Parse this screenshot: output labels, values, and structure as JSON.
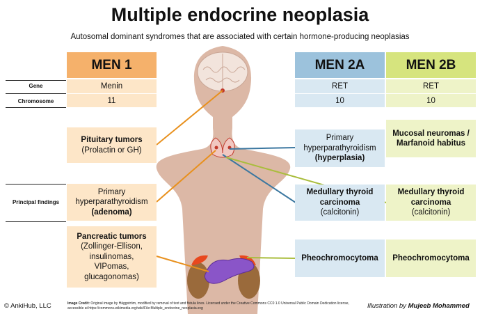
{
  "title": "Multiple endocrine neoplasia",
  "subtitle": "Autosomal dominant syndromes that are associated with certain hormone-producing neoplasias",
  "row_labels": {
    "gene": "Gene",
    "chromosome": "Chromosome",
    "principal_findings": "Principal findings"
  },
  "men1": {
    "header": "MEN 1",
    "gene": "Menin",
    "chromosome": "11",
    "pituitary_title": "Pituitary tumors",
    "pituitary_sub": "(Prolactin or GH)",
    "parathyroid_line1": "Primary",
    "parathyroid_line2": "hyperparathyroidism",
    "parathyroid_line3": "(adenoma)",
    "pancreatic_title": "Pancreatic tumors",
    "pancreatic_line1": "(Zollinger-Ellison,",
    "pancreatic_line2": "insulinomas,",
    "pancreatic_line3": "VIPomas,",
    "pancreatic_line4": "glucagonomas)"
  },
  "men2a": {
    "header": "MEN 2A",
    "gene": "RET",
    "chromosome": "10",
    "parathyroid_line1": "Primary",
    "parathyroid_line2": "hyperparathyroidism",
    "parathyroid_line3": "(hyperplasia)",
    "thyroid_line1": "Medullary thyroid",
    "thyroid_line2": "carcinoma",
    "thyroid_line3": "(calcitonin)",
    "pheo": "Pheochromocytoma"
  },
  "men2b": {
    "header": "MEN 2B",
    "gene": "RET",
    "chromosome": "10",
    "mucosal_line1": "Mucosal neuromas /",
    "mucosal_line2": "Marfanoid habitus",
    "thyroid_line1": "Medullary thyroid",
    "thyroid_line2": "carcinoma",
    "thyroid_line3": "(calcitonin)",
    "pheo": "Pheochromocytoma"
  },
  "footer": {
    "copyright": "© AnkiHub, LLC",
    "credit_label": "Image Credit:",
    "credit_line1": "Original image by Häggström, modified by removal of text and fistula lines. Licensed under the Creative Commons CC0 1.0 Universal Public Domain Dedication license,",
    "credit_line2": "accessible at https://commons.wikimedia.org/wiki/File:Multiple_endocrine_neoplasia.svg",
    "illustration_prefix": "Illustration by",
    "illustration_author": "Mujeeb Mohammed"
  },
  "colors": {
    "men1_header": "#f5b16b",
    "men1_cell": "#fde6c8",
    "men2a_header": "#9cc2dc",
    "men2a_cell": "#d9e8f2",
    "men2b_header": "#d6e47e",
    "men2b_cell": "#eef3c8",
    "skin": "#dcb8a6",
    "line_orange": "#e8901d",
    "line_blue": "#3b77a0",
    "line_green": "#a9bd3c"
  }
}
